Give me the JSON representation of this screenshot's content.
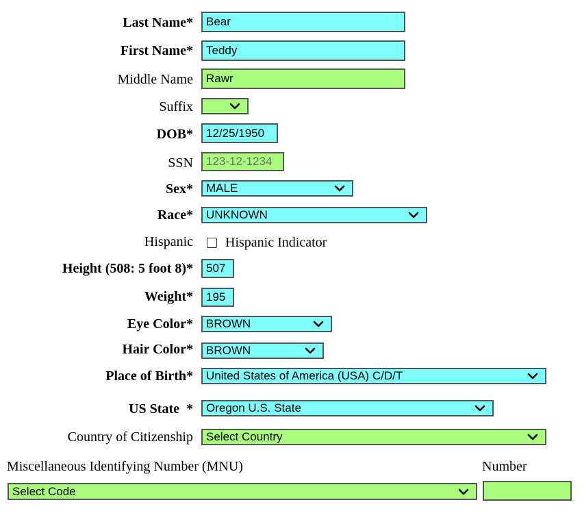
{
  "fields": {
    "last_name": {
      "label": "Last Name*",
      "value": "Bear"
    },
    "first_name": {
      "label": "First Name*",
      "value": "Teddy"
    },
    "middle_name": {
      "label": "Middle Name",
      "value": "Rawr"
    },
    "suffix": {
      "label": "Suffix",
      "value": ""
    },
    "dob": {
      "label": "DOB*",
      "value": "12/25/1950"
    },
    "ssn": {
      "label": "SSN",
      "value": "",
      "placeholder": "123-12-1234"
    },
    "sex": {
      "label": "Sex*",
      "value": "MALE"
    },
    "race": {
      "label": "Race*",
      "value": "UNKNOWN"
    },
    "hispanic": {
      "label": "Hispanic",
      "checkbox_label": "Hispanic Indicator",
      "checked": false
    },
    "height": {
      "label": "Height (508: 5 foot 8)*",
      "value": "507"
    },
    "weight": {
      "label": "Weight*",
      "value": "195"
    },
    "eye_color": {
      "label": "Eye Color*",
      "value": "BROWN"
    },
    "hair_color": {
      "label": "Hair Color*",
      "value": "BROWN"
    },
    "place_of_birth": {
      "label": "Place of Birth*",
      "value": "United States of America (USA) C/D/T"
    },
    "us_state": {
      "label": "US State  *",
      "value": "Oregon U.S. State"
    },
    "citizenship": {
      "label": "Country of Citizenship",
      "value": "Select Country"
    },
    "mnu": {
      "label": "Miscellaneous Identifying Number (MNU)",
      "value": "Select Code"
    },
    "mnu_number": {
      "label": "Number",
      "value": ""
    }
  },
  "icons": {
    "select_arrow": "chevron-down-icon"
  },
  "colors": {
    "required_field": "#7ffcfc",
    "optional_field": "#a9fc7c",
    "border": "#555555"
  }
}
